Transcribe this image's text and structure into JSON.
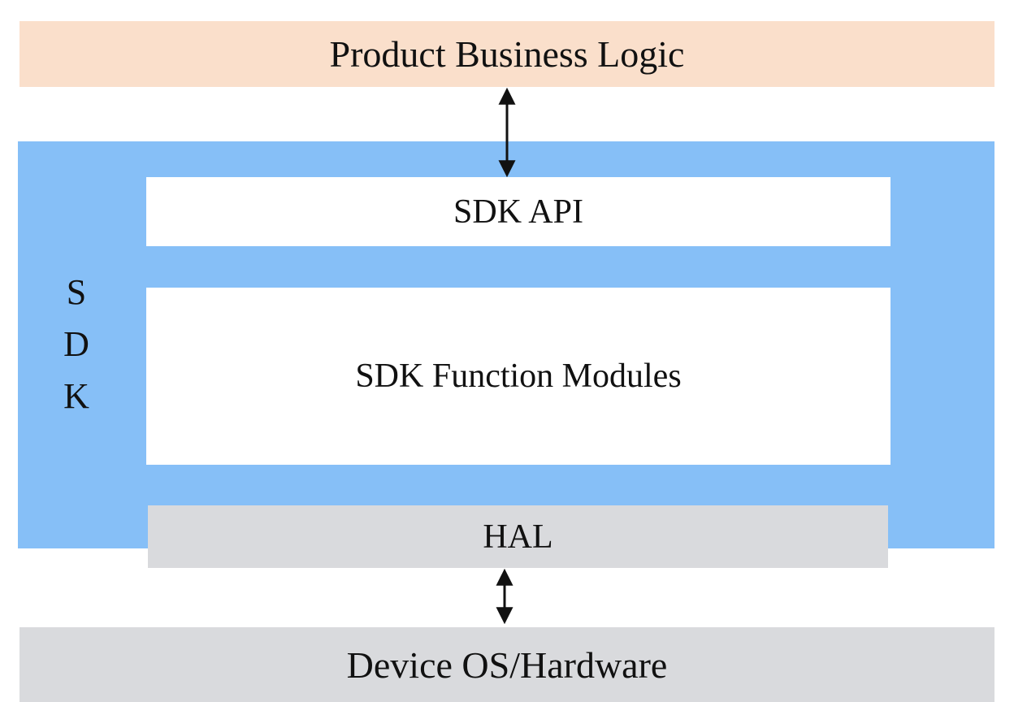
{
  "layers": {
    "business": "Product Business Logic",
    "sdk_api": "SDK API",
    "sdk_modules": "SDK Function Modules",
    "hal": "HAL",
    "device": "Device OS/Hardware"
  },
  "sdk_side_label": [
    "S",
    "D",
    "K"
  ],
  "colors": {
    "business_fill": "#fadfcb",
    "sdk_fill": "#86bff7",
    "inner_fill": "#ffffff",
    "hal_fill": "#d9dadd",
    "device_fill": "#d9dadd",
    "arrow": "#111111"
  }
}
